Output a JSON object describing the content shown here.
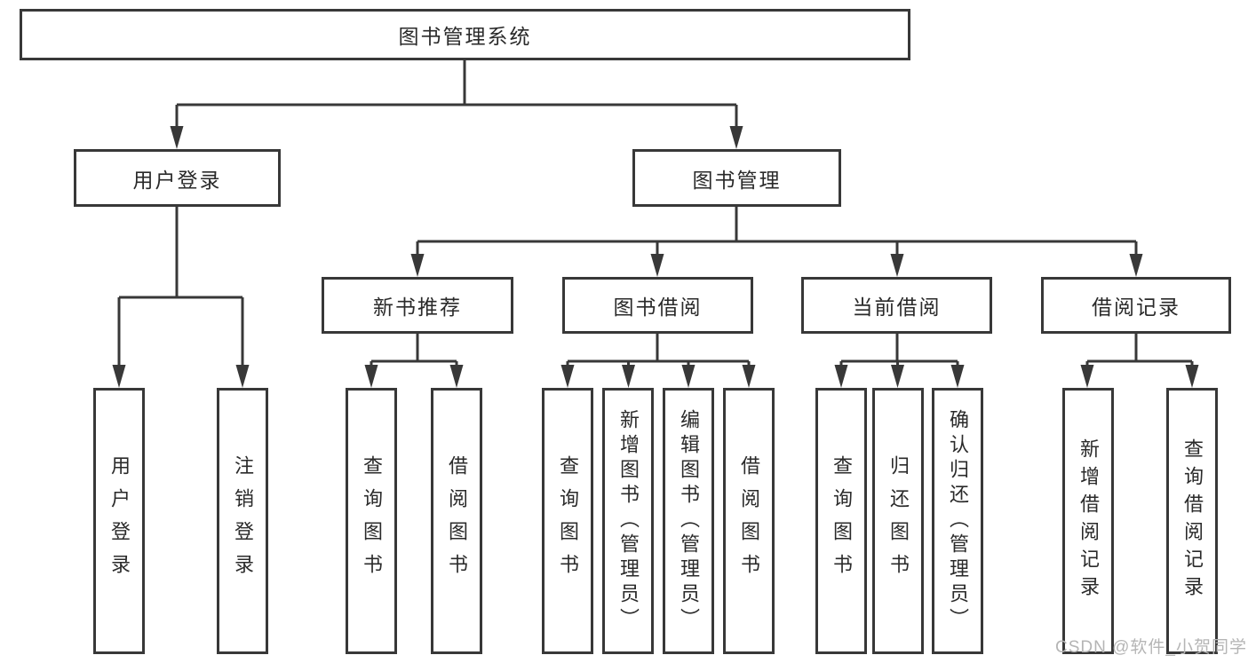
{
  "diagram": {
    "root": {
      "label": "图书管理系统"
    },
    "branches": [
      {
        "label": "用户登录",
        "children": [
          {
            "label": "用户登录"
          },
          {
            "label": "注销登录"
          }
        ]
      },
      {
        "label": "图书管理",
        "children": [
          {
            "label": "新书推荐",
            "children": [
              {
                "label": "查询图书"
              },
              {
                "label": "借阅图书"
              }
            ]
          },
          {
            "label": "图书借阅",
            "children": [
              {
                "label": "查询图书"
              },
              {
                "label": "新增图书（管理员）"
              },
              {
                "label": "编辑图书（管理员）"
              },
              {
                "label": "借阅图书"
              }
            ]
          },
          {
            "label": "当前借阅",
            "children": [
              {
                "label": "查询图书"
              },
              {
                "label": "归还图书"
              },
              {
                "label": "确认归还（管理员）"
              }
            ]
          },
          {
            "label": "借阅记录",
            "children": [
              {
                "label": "新增借阅记录"
              },
              {
                "label": "查询借阅记录"
              }
            ]
          }
        ]
      }
    ]
  },
  "watermark": {
    "text": "CSDN @软件_小贺同学",
    "color": "#b5b5b5"
  },
  "colors": {
    "line": "#383838",
    "box_border": "#383838",
    "text": "#2a2a2a",
    "background": "#ffffff"
  }
}
